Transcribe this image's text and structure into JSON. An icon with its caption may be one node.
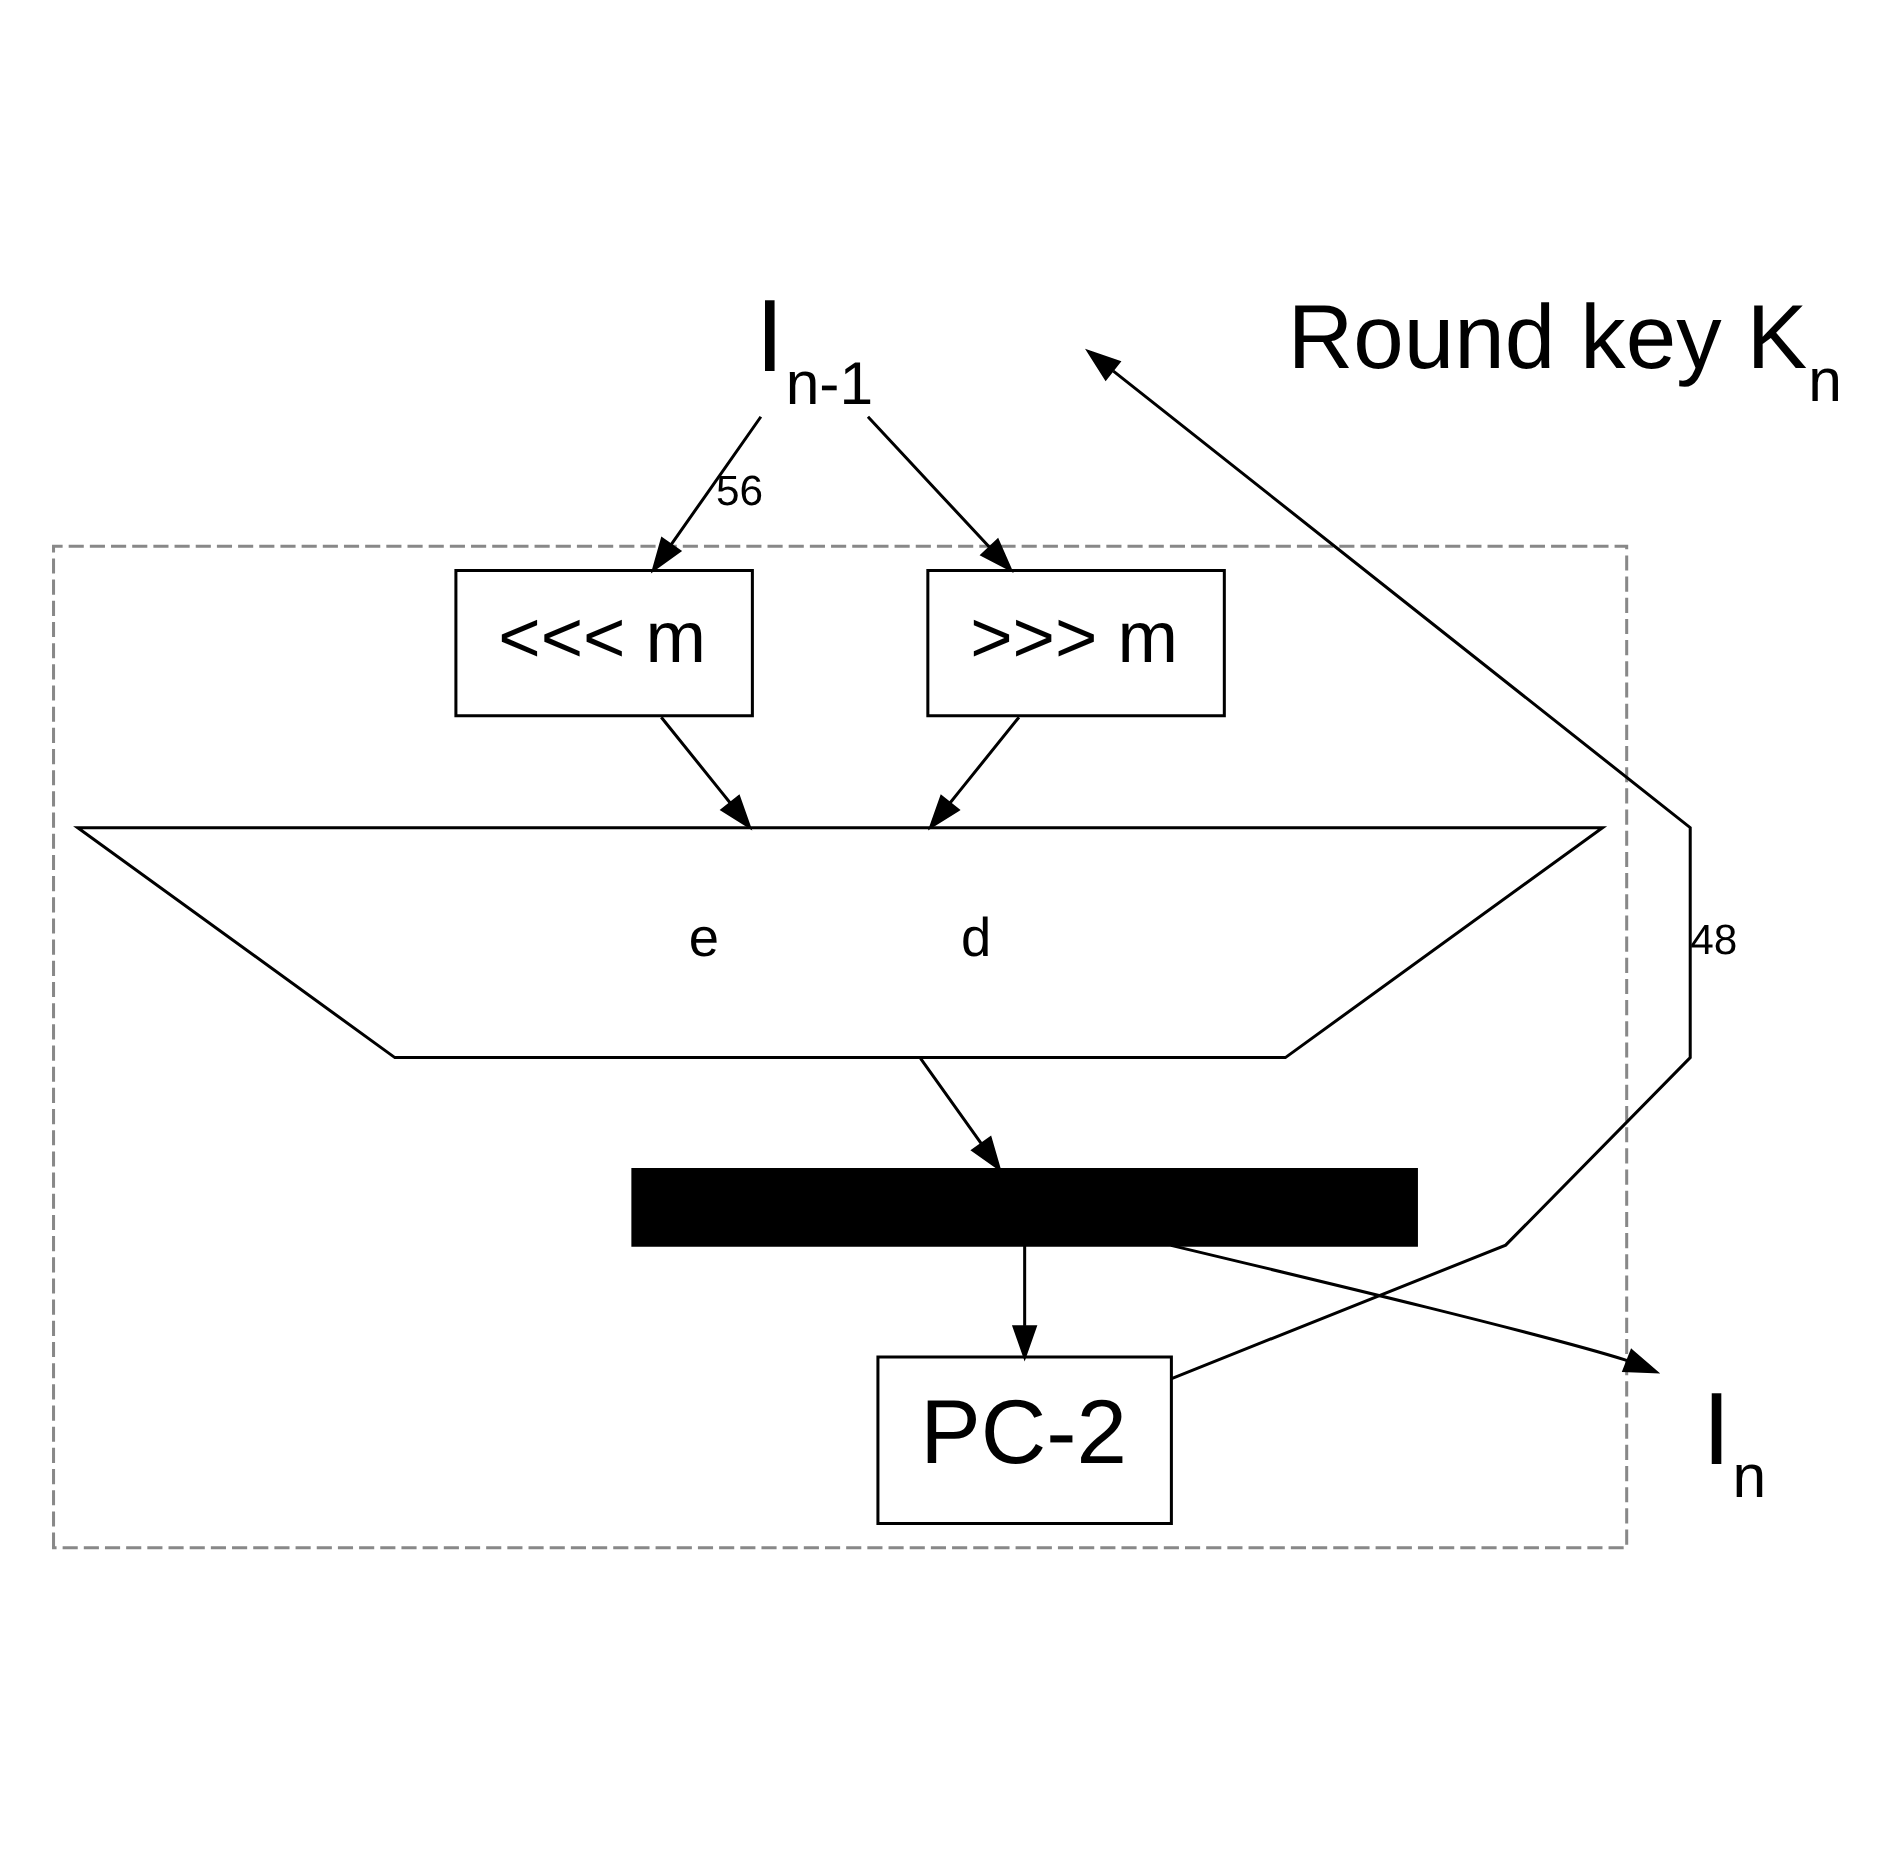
{
  "diagram": {
    "nodes": [
      {
        "text": [],
        "shape": "box"
      },
      {
        "text": [
          "I$_{n-1}$"
        ]
      },
      {
        "text": [
          "<<< m"
        ],
        "in": 0
      },
      {
        "text": [
          ">>> m"
        ],
        "in": 0
      },
      {
        "text": [
          "e",
          "d"
        ],
        "in": 0
      },
      {
        "text": [],
        "shape": "bar",
        "in": 0
      },
      {
        "text": [
          "PC-2"
        ],
        "in": 0
      },
      {
        "text": [
          "I$_{n}$"
        ]
      }
    ],
    "edges": [
      {
        "from": 1,
        "to": 2,
        "arrow": "to",
        "label": "56"
      },
      {
        "from": 1,
        "to": 3,
        "arrow": "to"
      },
      {
        "from": 2,
        "to": 4,
        "arrow": "to"
      },
      {
        "from": 3,
        "to": 4,
        "arrow": "to"
      },
      {
        "from": 4,
        "to": 5,
        "arrow": "to"
      },
      {
        "from": 5,
        "to": 6,
        "arrow": "to"
      },
      {
        "from": 5,
        "to": 7,
        "arrow": "to"
      },
      {
        "from": 6,
        "to": null,
        "arrow": "to",
        "label": "48"
      }
    ],
    "labels": [
      "Round key K$_{n}$"
    ]
  }
}
